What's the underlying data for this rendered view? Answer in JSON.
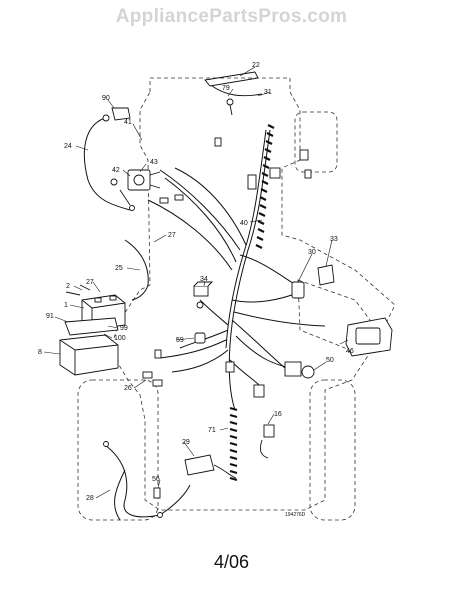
{
  "watermark": "AppliancePartsPros.com",
  "page_number": "4/06",
  "figure_id": "194276D",
  "callouts": [
    "22",
    "79",
    "31",
    "90",
    "41",
    "24",
    "43",
    "42",
    "40",
    "27",
    "25",
    "30",
    "33",
    "34",
    "2",
    "27",
    "1",
    "91",
    "99",
    "100",
    "8",
    "59",
    "46",
    "50",
    "26",
    "16",
    "71",
    "29",
    "28",
    "56"
  ],
  "colors": {
    "line": "#111111",
    "outline": "#333333",
    "watermark": "#d4d4d4"
  }
}
